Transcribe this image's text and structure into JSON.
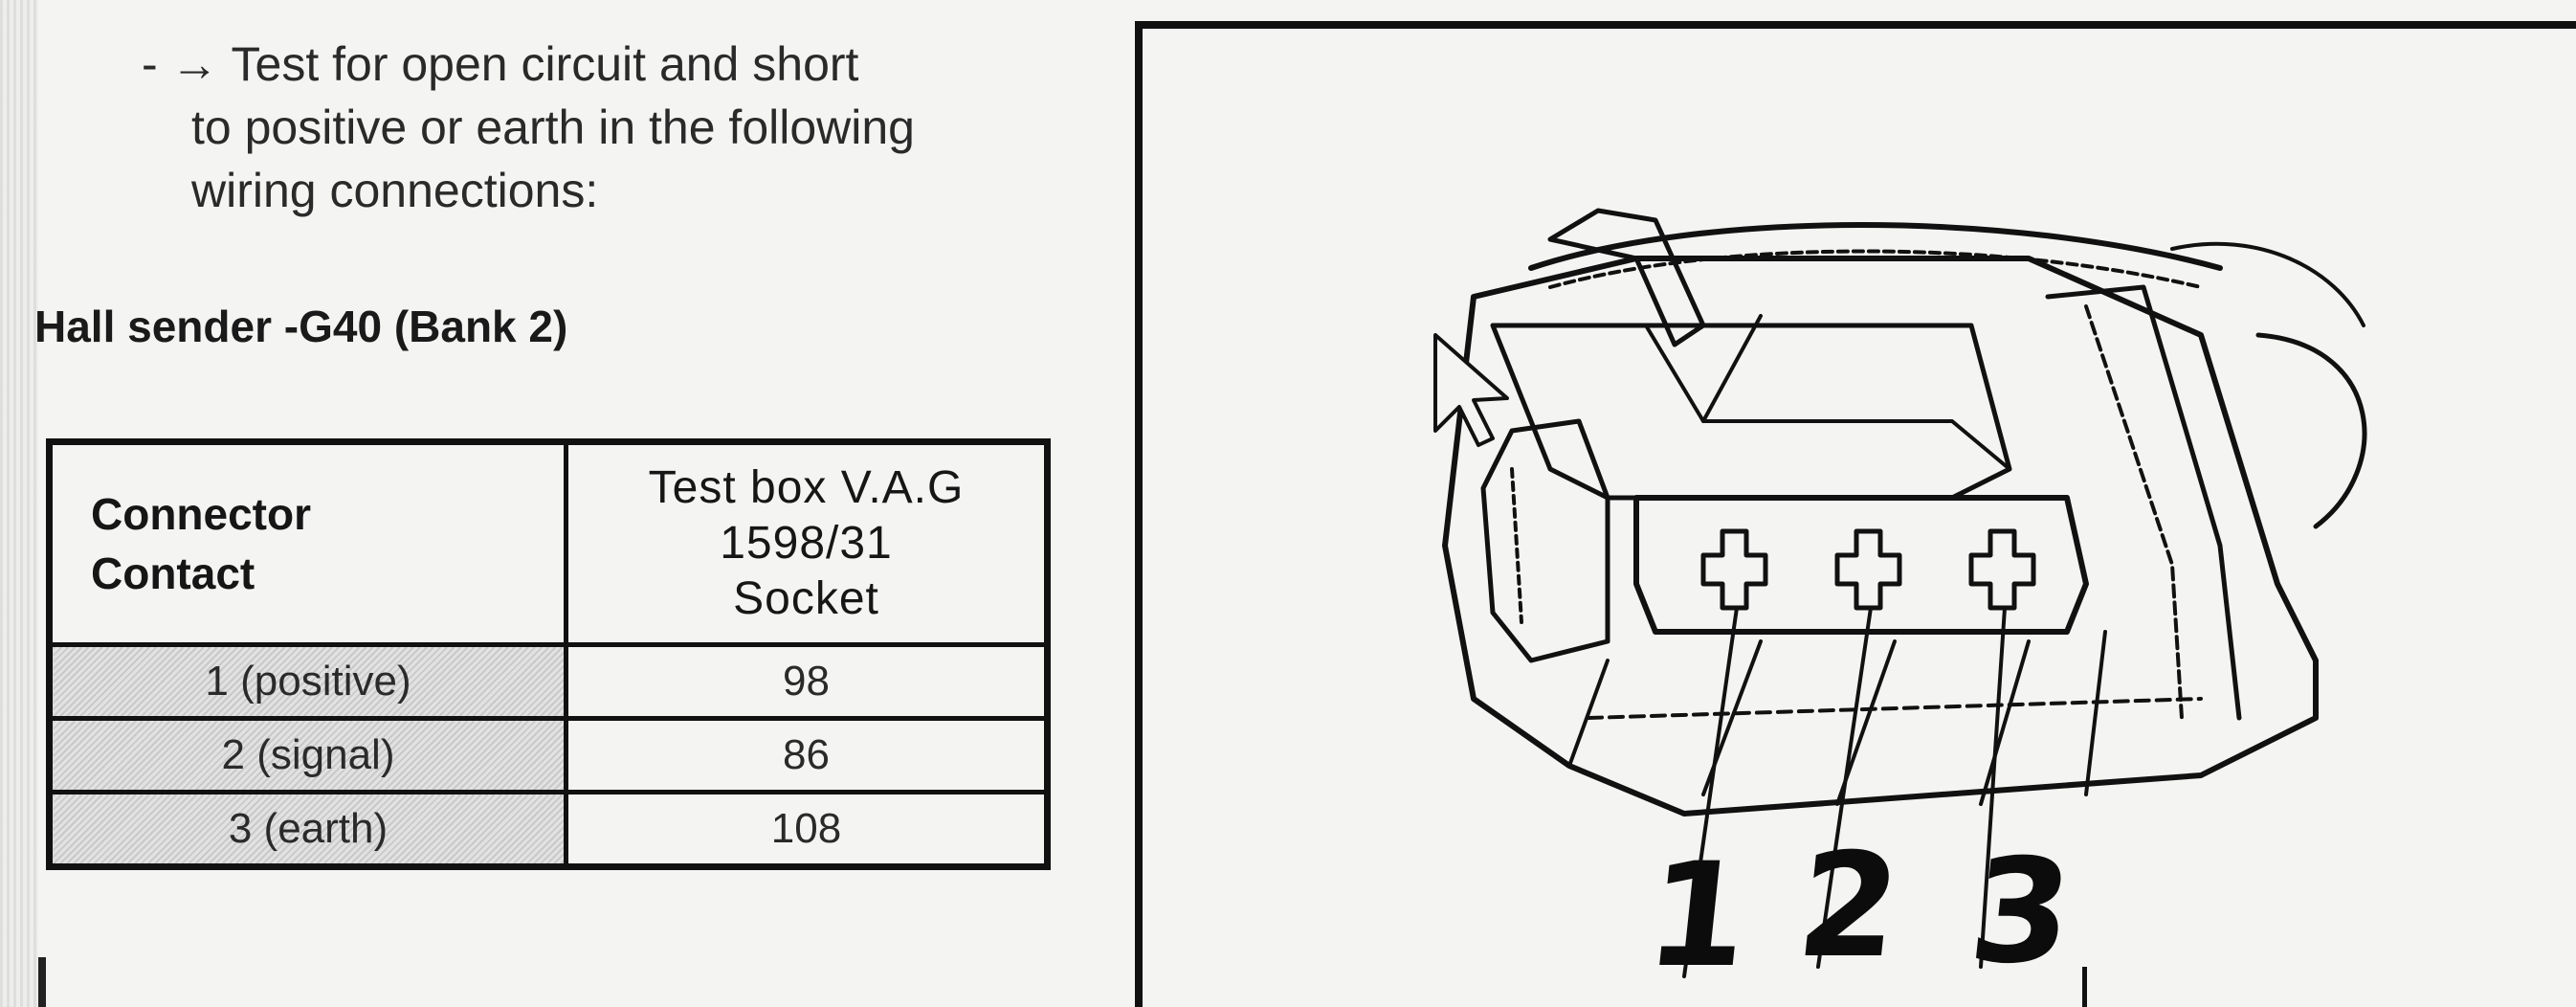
{
  "instruction": {
    "line1": "- → Test for open circuit and short",
    "line2": "to positive or earth in the following",
    "line3": "wiring connections:"
  },
  "section_title": "Hall sender -G40 (Bank 2)",
  "table": {
    "header": {
      "contact_line1": "Connector",
      "contact_line2": "Contact",
      "socket_line1": "Test box V.A.G",
      "socket_line2": "1598/31",
      "socket_line3": "Socket"
    },
    "rows": [
      {
        "contact": "1 (positive)",
        "socket": "98"
      },
      {
        "contact": "2 (signal)",
        "socket": "86"
      },
      {
        "contact": "3 (earth)",
        "socket": "108"
      }
    ]
  },
  "figure": {
    "pin_labels": [
      "1",
      "2",
      "3"
    ]
  },
  "icons": {
    "cursor": "arrow-cursor-icon"
  }
}
